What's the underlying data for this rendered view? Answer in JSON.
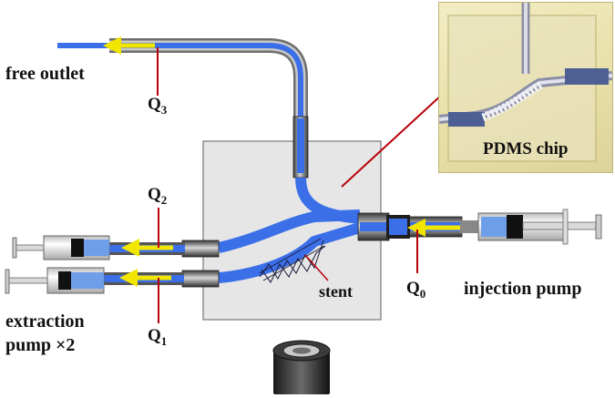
{
  "labels": {
    "free_outlet": "free outlet",
    "q3": "Q",
    "q3_sub": "3",
    "q2": "Q",
    "q2_sub": "2",
    "q1": "Q",
    "q1_sub": "1",
    "q0": "Q",
    "q0_sub": "0",
    "stent": "stent",
    "injection_pump": "injection pump",
    "extraction_line1": "extraction",
    "extraction_line2": "pump ×2",
    "pdms_chip": "PDMS chip"
  },
  "colors": {
    "channel_blue": "#3a6fe8",
    "flow_arrow": "#f2e600",
    "indicator_line": "#b8000a",
    "chip_box": "#e6e6e6"
  },
  "icons": [
    "flow-arrow-icon",
    "syringe-icon",
    "microscope-objective-icon"
  ]
}
